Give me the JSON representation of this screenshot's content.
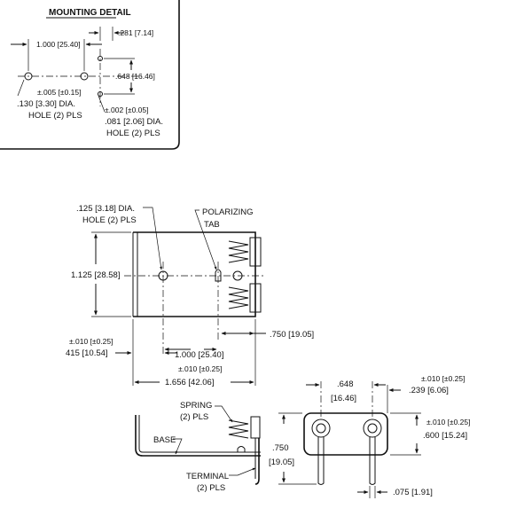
{
  "mounting_detail": {
    "title": "MOUNTING DETAIL",
    "spacing": "1.000 [25.40]",
    "offset_top": ".281 [7.14]",
    "offset_vertical": ".648 [16.46]",
    "tol_large": "±.005 [±0.15]",
    "large_hole_line1": ".130 [3.30] DIA.",
    "large_hole_line2": "HOLE (2) PLS",
    "tol_small": "±.002 [±0.05]",
    "small_hole_line1": ".081 [2.06] DIA.",
    "small_hole_line2": "HOLE (2) PLS"
  },
  "top_view": {
    "hole_line1": ".125 [3.18] DIA.",
    "hole_line2": "HOLE (2) PLS",
    "polarizing_line1": "POLARIZING",
    "polarizing_line2": "TAB",
    "height": "1.125 [28.58]",
    "right_offset": ".750 [19.05]",
    "left_tol": "±.010 [±0.25]",
    "left_offset": "415 [10.54]",
    "hole_spacing": "1.000 [25.40]",
    "length_tol": "±.010 [±0.25]",
    "length": "1.656 [42.06]"
  },
  "side_view": {
    "spring_line1": "SPRING",
    "spring_line2": "(2) PLS",
    "base": "BASE",
    "terminal_line1": "TERMINAL",
    "terminal_line2": "(2) PLS"
  },
  "end_view": {
    "width_line1": ".648",
    "width_line2": "[16.46]",
    "right_tol": "±.010 [±0.25]",
    "right_offset": ".239 [6.06]",
    "height_tol": "±.010 [±0.25]",
    "height": ".600 [15.24]",
    "terminal_len_line1": ".750",
    "terminal_len_line2": "[19.05]",
    "terminal_width": ".075 [1.91]"
  }
}
